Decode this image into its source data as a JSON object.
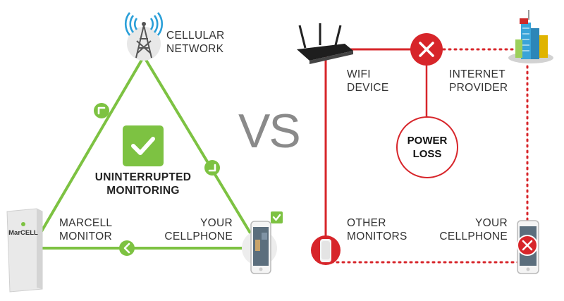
{
  "left": {
    "nodes": {
      "cellular": [
        "CELLULAR",
        "NETWORK"
      ],
      "monitor": [
        "MARCELL",
        "MONITOR"
      ],
      "phone": [
        "YOUR",
        "CELLPHONE"
      ]
    },
    "center_text": [
      "UNINTERRUPTED",
      "MONITORING"
    ],
    "monitor_device_text": "MarCELL",
    "status": "connected",
    "accent_color": "#7dc242"
  },
  "vs_text": "VS",
  "right": {
    "nodes": {
      "wifi": [
        "WIFI",
        "DEVICE"
      ],
      "isp": [
        "INTERNET",
        "PROVIDER"
      ],
      "others": [
        "OTHER",
        "MONITORS"
      ],
      "phone": [
        "YOUR",
        "CELLPHONE"
      ]
    },
    "power_loss": [
      "POWER",
      "LOSS"
    ],
    "status": "failed",
    "accent_color": "#d7252a"
  },
  "icons": [
    "cell-tower-icon",
    "check-icon",
    "arrow-icon",
    "router-icon",
    "error-x-icon",
    "building-icon",
    "phone-icon",
    "monitor-sensor-icon"
  ]
}
